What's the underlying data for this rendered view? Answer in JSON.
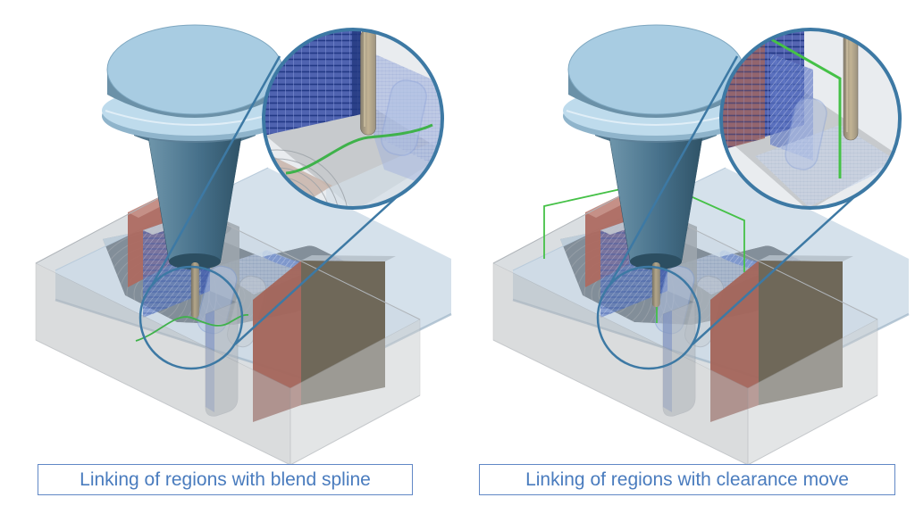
{
  "figure": {
    "description": "Comparison of two CAM region-linking strategies shown on identical 3D machining simulations with magnifier callouts"
  },
  "panels": [
    {
      "id": "blend-spline",
      "caption": "Linking of regions with blend spline",
      "link_motion": "smooth green spline at tool tip"
    },
    {
      "id": "clearance-move",
      "caption": "Linking of regions with clearance move",
      "link_motion": "green rectangular retract path above part"
    }
  ],
  "colors": {
    "background": "#ffffff",
    "caption_text": "#4a7cbe",
    "caption_border": "#6188c6",
    "callout_ring": "#3d79a4",
    "spline_green": "#3fb24b",
    "clearance_green": "#45c147",
    "toolpath_blue": "#5b79c4",
    "toolpath_light_blue": "#8fa8d8",
    "stock_gray": "#b7babd",
    "plate_blue_gray": "#ccdae6",
    "boss_red": "#ad6a60",
    "block_brown": "#6f6859",
    "block_red_face": "#a4665c",
    "spindle_light_blue": "#a8cce2",
    "spindle_dark_blue": "#2f5266",
    "tool_tan": "#b3a68a"
  }
}
